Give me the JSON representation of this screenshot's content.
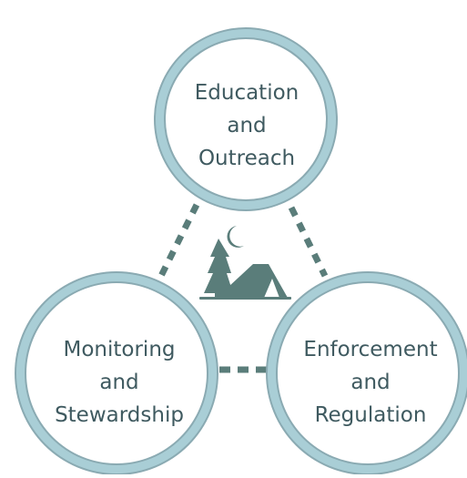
{
  "colors": {
    "ring_outer": "#a9ced6",
    "ring_border": "#8aaab2",
    "ring_inner": "#ffffff",
    "connector": "#5a7d7a",
    "icon": "#5a7d7a",
    "text": "#3f5a60",
    "background": "#ffffff"
  },
  "icon": "camp-tent-pine-moon-icon",
  "nodes": [
    {
      "id": "education",
      "lines": [
        "Education",
        "and",
        "Outreach"
      ]
    },
    {
      "id": "monitoring",
      "lines": [
        "Monitoring",
        "and",
        "Stewardship"
      ]
    },
    {
      "id": "enforcement",
      "lines": [
        "Enforcement",
        "and",
        "Regulation"
      ]
    }
  ]
}
